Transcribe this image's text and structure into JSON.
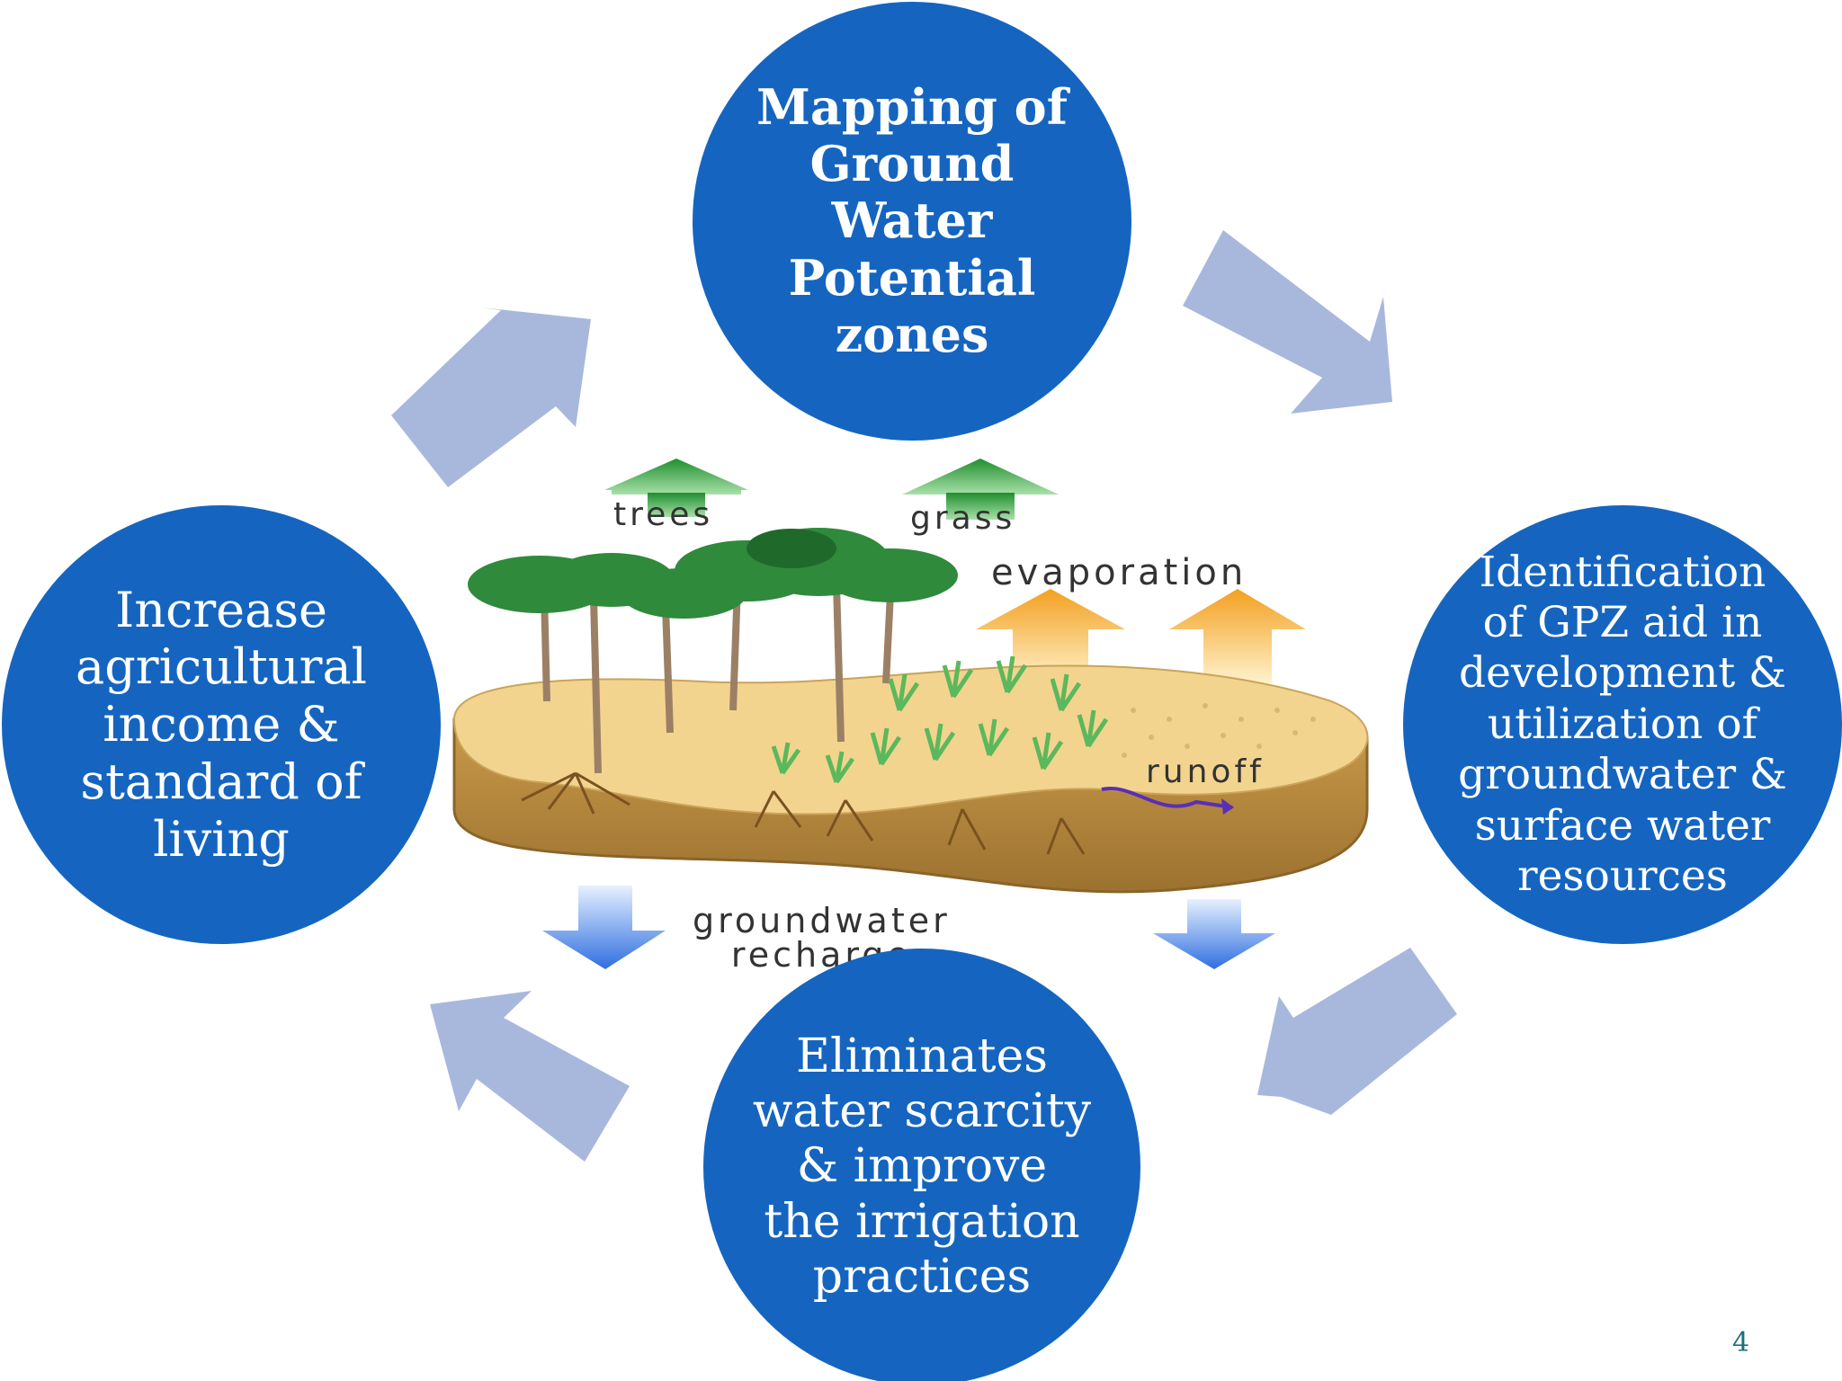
{
  "circles": {
    "top": "Mapping of\nGround\nWater\nPotential\nzones",
    "right": "Identification\nof GPZ  aid in\ndevelopment &\nutilization of\ngroundwater &\nsurface water\nresources",
    "bottom": "Eliminates\nwater scarcity\n&  improve\nthe irrigation\npractices",
    "left": "Increase\nagricultural\nincome &\nstandard of\nliving"
  },
  "scene": {
    "trees": "trees",
    "grass": "grass",
    "evaporation": "evaporation",
    "runoff": "runoff",
    "groundwater_recharge": "groundwater\nrecharge"
  },
  "page_number": "4",
  "colors": {
    "circle": "#1565c0",
    "cycle_arrow": "#a8b8dd",
    "green_arrow": "#2e9e3e",
    "orange_arrow": "#f0a830",
    "blue_arrow": "#2f6fe0",
    "soil_top": "#f2d48e",
    "soil_side": "#b98a3e"
  }
}
